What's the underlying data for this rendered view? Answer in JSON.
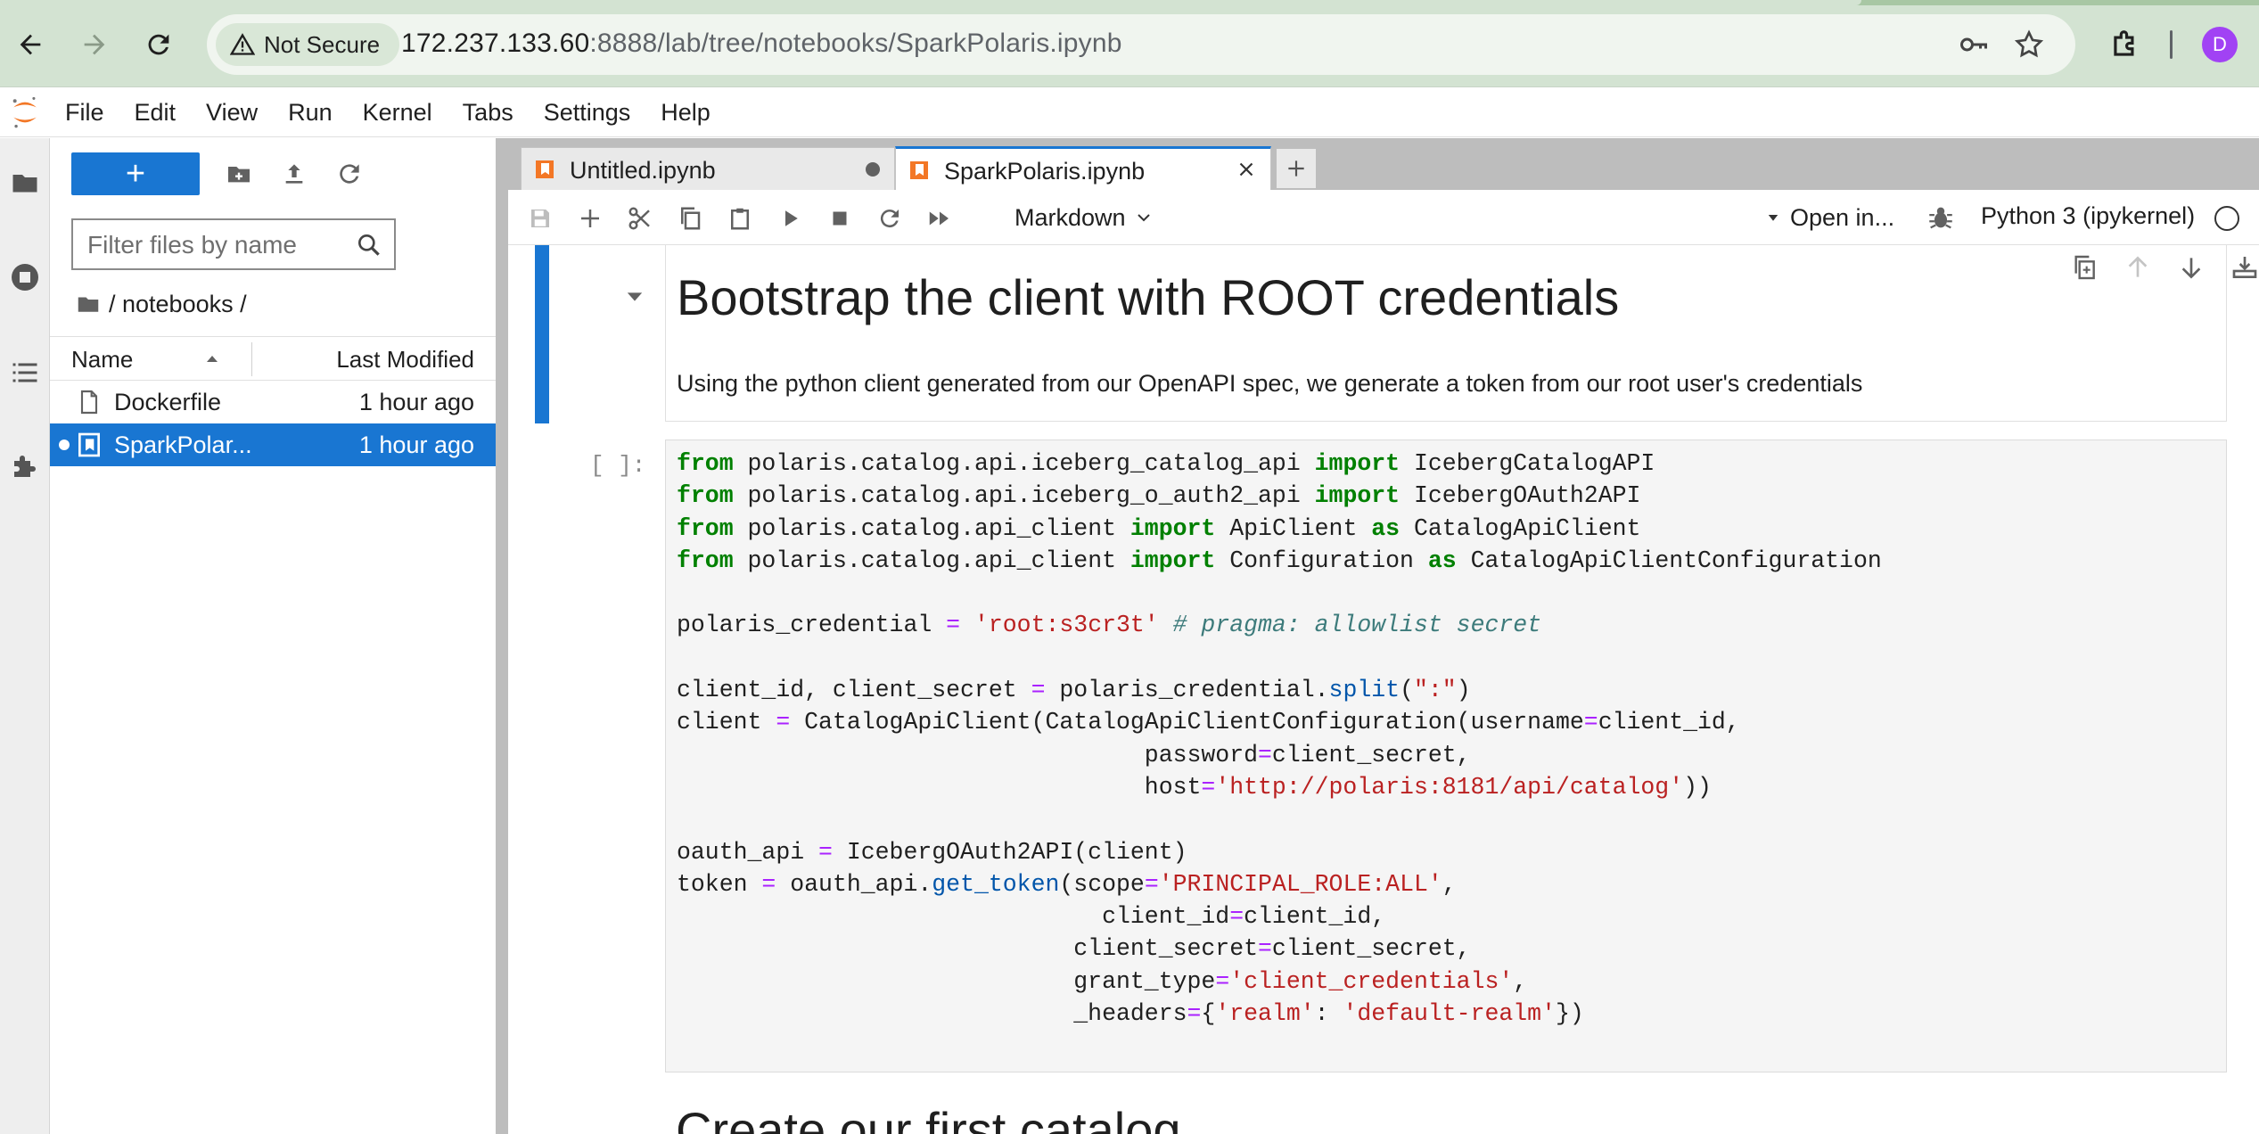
{
  "browser": {
    "security_label": "Not Secure",
    "url_host": "172.237.133.60",
    "url_rest": ":8888/lab/tree/notebooks/SparkPolaris.ipynb",
    "profile_initial": "D",
    "avatar_color": "#a142f4"
  },
  "menu": {
    "items": [
      "File",
      "Edit",
      "View",
      "Run",
      "Kernel",
      "Tabs",
      "Settings",
      "Help"
    ]
  },
  "file_browser": {
    "new_label": "+",
    "filter_placeholder": "Filter files by name",
    "breadcrumb": "/ notebooks /",
    "col_name": "Name",
    "col_modified": "Last Modified",
    "files": [
      {
        "name": "Dockerfile",
        "modified": "1 hour ago",
        "icon": "file-icon",
        "selected": false
      },
      {
        "name": "SparkPolar...",
        "modified": "1 hour ago",
        "icon": "notebook-icon",
        "selected": true
      }
    ],
    "accent": "#1976d2"
  },
  "tabs": [
    {
      "label": "Untitled.ipynb",
      "dirty": true,
      "active": false
    },
    {
      "label": "SparkPolaris.ipynb",
      "dirty": false,
      "active": true
    }
  ],
  "toolbar": {
    "cell_type": "Markdown",
    "open_in": "Open in...",
    "kernel": "Python 3 (ipykernel)"
  },
  "notebook": {
    "md_heading": "Bootstrap the client with ROOT credentials",
    "md_paragraph": "Using the python client generated from our OpenAPI spec, we generate a token from our root user's credentials",
    "in_prompt": "[ ]:",
    "code_lines": [
      "from polaris.catalog.api.iceberg_catalog_api import IcebergCatalogAPI",
      "from polaris.catalog.api.iceberg_o_auth2_api import IcebergOAuth2API",
      "from polaris.catalog.api_client import ApiClient as CatalogApiClient",
      "from polaris.catalog.api_client import Configuration as CatalogApiClientConfiguration",
      "",
      "polaris_credential = 'root:s3cr3t' # pragma: allowlist secret",
      "",
      "client_id, client_secret = polaris_credential.split(\":\")",
      "client = CatalogApiClient(CatalogApiClientConfiguration(username=client_id,",
      "                                 password=client_secret,",
      "                                 host='http://polaris:8181/api/catalog'))",
      "",
      "oauth_api = IcebergOAuth2API(client)",
      "token = oauth_api.get_token(scope='PRINCIPAL_ROLE:ALL',",
      "                              client_id=client_id,",
      "                            client_secret=client_secret,",
      "                            grant_type='client_credentials',",
      "                            _headers={'realm': 'default-realm'})"
    ],
    "next_heading": "Create our first catalog"
  }
}
